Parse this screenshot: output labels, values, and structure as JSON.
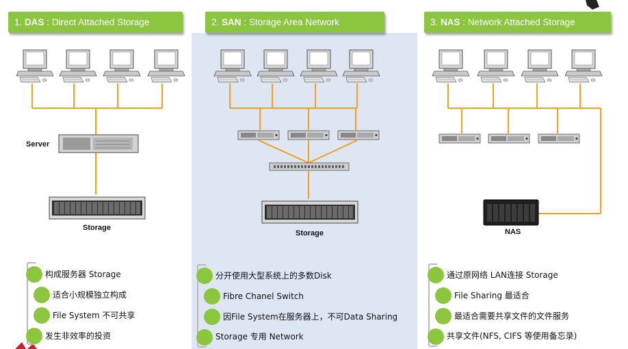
{
  "sections": [
    {
      "num": "1.",
      "abbr": "DAS",
      "sep": " : ",
      "full": "Direct Attached Storage"
    },
    {
      "num": "2.",
      "abbr": "SAN",
      "sep": " : ",
      "full": "Storage Area Network"
    },
    {
      "num": "3.",
      "abbr": "NAS",
      "sep": " : ",
      "full": "Network Attached Storage"
    }
  ],
  "labels": {
    "das_server": "Server",
    "das_storage": "Storage",
    "san_storage": "Storage",
    "nas_device": "NAS"
  },
  "bullets": {
    "das": [
      "构成服务器 Storage",
      "适合小规模独立构成",
      "File System 不可共享",
      "发生非效率的投资"
    ],
    "san": [
      "分开使用大型系统上的多数Disk",
      "Fibre Chanel Switch",
      "因File System在服务器上，不可Data Sharing",
      "Storage 专用 Network"
    ],
    "nas": [
      "通过原网络 LAN连接 Storage",
      "File Sharing 最适合",
      "最适合需要共享文件的文件服务",
      "共享文件(NFS, CIFS 等使用备忘录)"
    ]
  },
  "colors": {
    "accent": "#8cc63f",
    "connector": "#f7a11a",
    "panel": "#dde6f2"
  }
}
